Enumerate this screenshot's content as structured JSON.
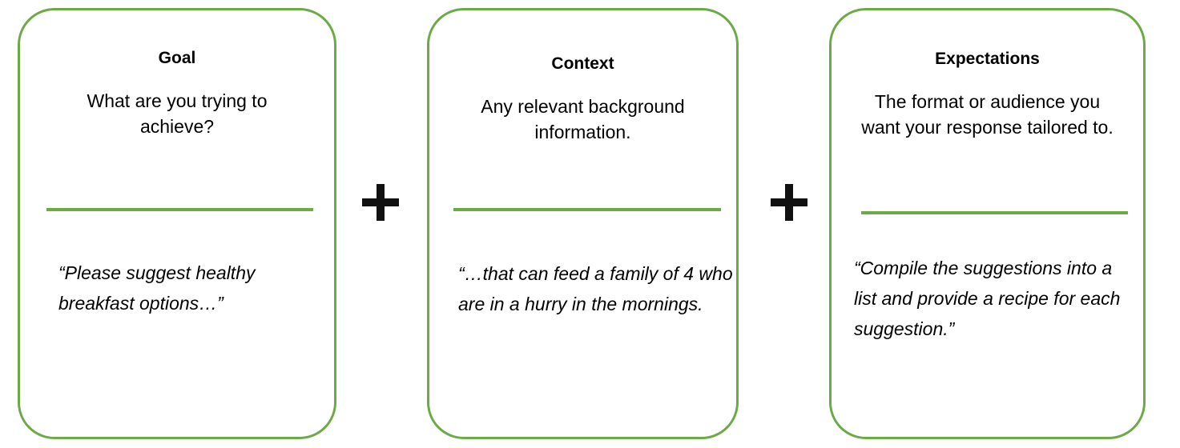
{
  "diagram": {
    "accent_color": "#6CAA46",
    "text_color": "#000000",
    "background": "#ffffff",
    "operators": [
      {
        "symbol": "+",
        "name": "plus-operator"
      },
      {
        "symbol": "+",
        "name": "plus-operator"
      }
    ],
    "cards": [
      {
        "id": "goal",
        "title": "Goal",
        "description": "What are you trying to achieve?",
        "quote": "“Please suggest healthy breakfast options…”"
      },
      {
        "id": "context",
        "title": "Context",
        "description": "Any relevant background information.",
        "quote": "“…that can feed a family of 4 who are in a hurry in the mornings."
      },
      {
        "id": "expectations",
        "title": "Expectations",
        "description": "The format or audience you want your response tailored to.",
        "quote": "“Compile the suggestions into a list and provide a recipe for each suggestion.”"
      }
    ]
  }
}
